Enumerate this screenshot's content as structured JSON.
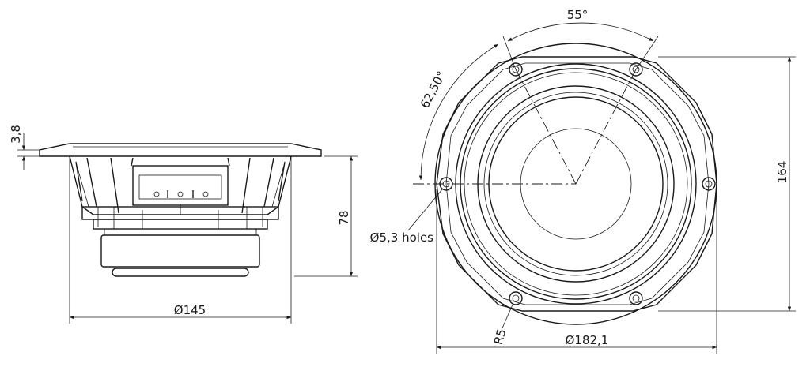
{
  "side_view": {
    "flange_thickness": "3,8",
    "height": "78",
    "body_diameter": "Ø145"
  },
  "front_view": {
    "hole_angle_top": "55°",
    "hole_angle_left": "62,50°",
    "mounting_holes": "Ø5,3 holes",
    "corner_radius": "R5",
    "outer_diameter": "Ø182,1",
    "flat_height": "164"
  },
  "colors": {
    "line": "#1a1a1a",
    "background": "#ffffff"
  }
}
